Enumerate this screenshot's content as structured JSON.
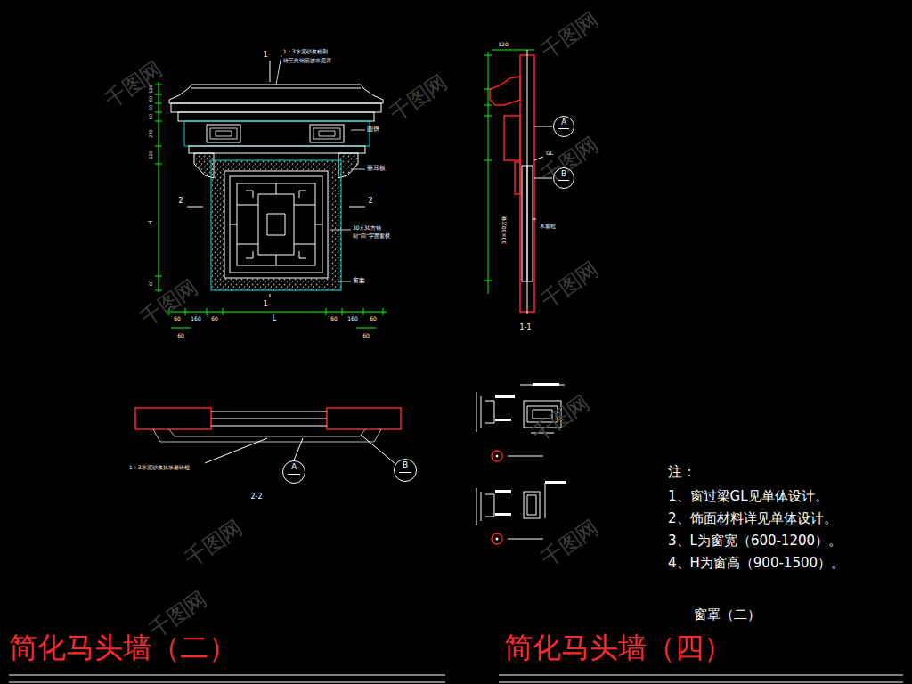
{
  "diagram": {
    "title": "窗罩（二）",
    "nodes": [
      {
        "text": [
          "A"
        ]
      },
      {
        "text": [
          "B"
        ]
      },
      {
        "text": [
          "A"
        ]
      },
      {
        "text": [
          "B"
        ]
      }
    ],
    "labels": [
      "1：3水泥砂浆粉刷",
      "砖三角钢筋披水泥背",
      "1",
      "1",
      "2",
      "2",
      "圆饼",
      "垂耳板",
      "30×30方钢",
      "制“回”字面窗棂",
      "窗套",
      "120",
      "60",
      "60",
      "60",
      "280",
      "120",
      "H",
      "60",
      "60",
      "160",
      "60",
      "L",
      "60",
      "160",
      "60",
      "60",
      "60",
      "120",
      "GL",
      "木窗框",
      "30×30方钢",
      "1-1",
      "1：3水泥砂浆抹水磨砖框",
      "2-2",
      "注：",
      "1、窗过梁GL见单体设计。",
      "2、饰面材料详见单体设计。",
      "3、L为窗宽（600-1200）。",
      "4、H为窗高（900-1500）。",
      "简化马头墙（二）",
      "简化马头墙（四）",
      "千图网",
      "千图网",
      "千图网",
      "千图网",
      "千图网",
      "千图网",
      "千图网",
      "千图网",
      "千图网",
      "千图网"
    ]
  }
}
